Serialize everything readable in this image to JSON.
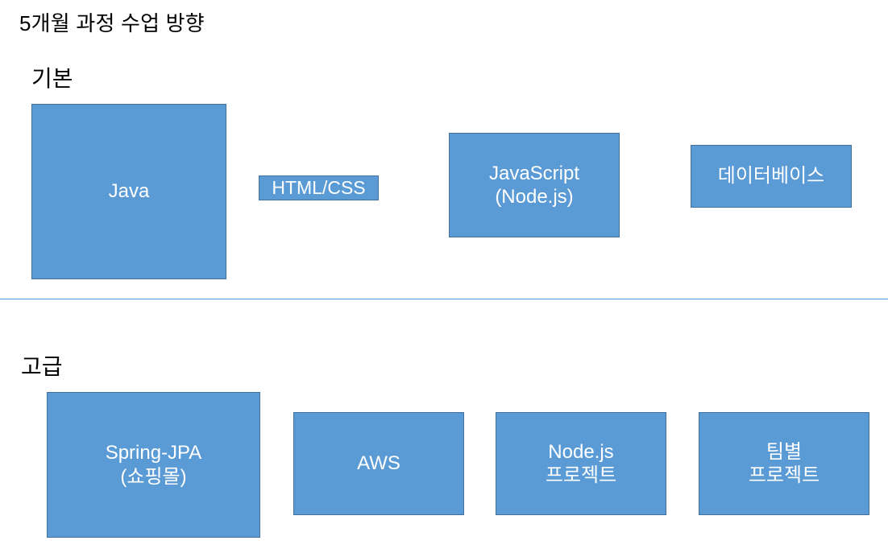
{
  "slide": {
    "title": "5개월 과정 수업 방향",
    "colors": {
      "box_fill": "#5B9BD5",
      "box_border": "#41719C",
      "box_text": "#FFFFFF",
      "divider": "#5B9BD5",
      "heading_text": "#000000",
      "background": "#FFFFFF"
    }
  },
  "sections": [
    {
      "label": "기본",
      "boxes": [
        {
          "label": "Java"
        },
        {
          "label": "HTML/CSS"
        },
        {
          "label": "JavaScript\n(Node.js)"
        },
        {
          "label": "데이터베이스"
        }
      ]
    },
    {
      "label": "고급",
      "boxes": [
        {
          "label": "Spring-JPA\n(쇼핑몰)"
        },
        {
          "label": "AWS"
        },
        {
          "label": "Node.js\n프로젝트"
        },
        {
          "label": "팀별\n프로젝트"
        }
      ]
    }
  ]
}
